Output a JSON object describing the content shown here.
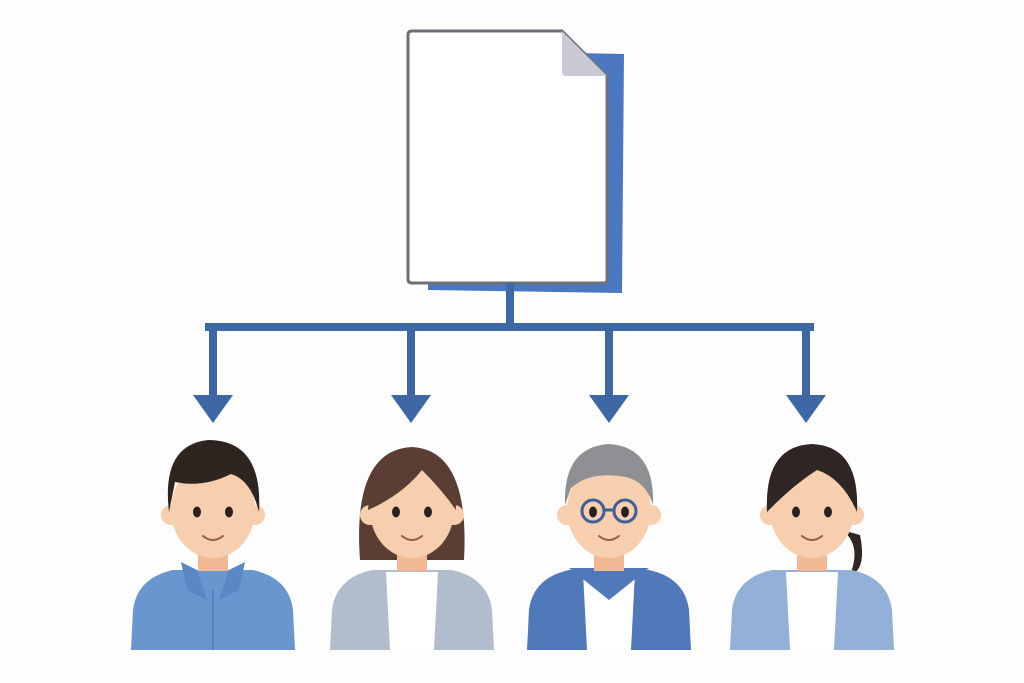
{
  "colors": {
    "background": "#fdfdfd",
    "connector": "#3d67a5",
    "document_back": "#4a78c0",
    "document_fill": "#ffffff",
    "document_border": "#6e7077",
    "document_fold": "#c8c9d2",
    "skin": "#f7cfae",
    "skin_shade": "#f0b994"
  },
  "document": {
    "icon": "document-icon"
  },
  "recipients": [
    {
      "icon": "man-blue-shirt-icon",
      "hair": "#2e2521",
      "style": "short",
      "top": "#6a96cf",
      "inner": null,
      "glasses": false
    },
    {
      "icon": "woman-bob-hair-icon",
      "hair": "#5a3e33",
      "style": "bob",
      "top": "#b1bccc",
      "inner": "#ffffff",
      "glasses": false
    },
    {
      "icon": "older-man-glasses-icon",
      "hair": "#8f9094",
      "style": "short-grey",
      "top": "#4f79b8",
      "inner": "#ffffff",
      "glasses": true
    },
    {
      "icon": "woman-ponytail-icon",
      "hair": "#2f2523",
      "style": "ponytail",
      "top": "#93b0d8",
      "inner": "#ffffff",
      "glasses": false
    }
  ]
}
